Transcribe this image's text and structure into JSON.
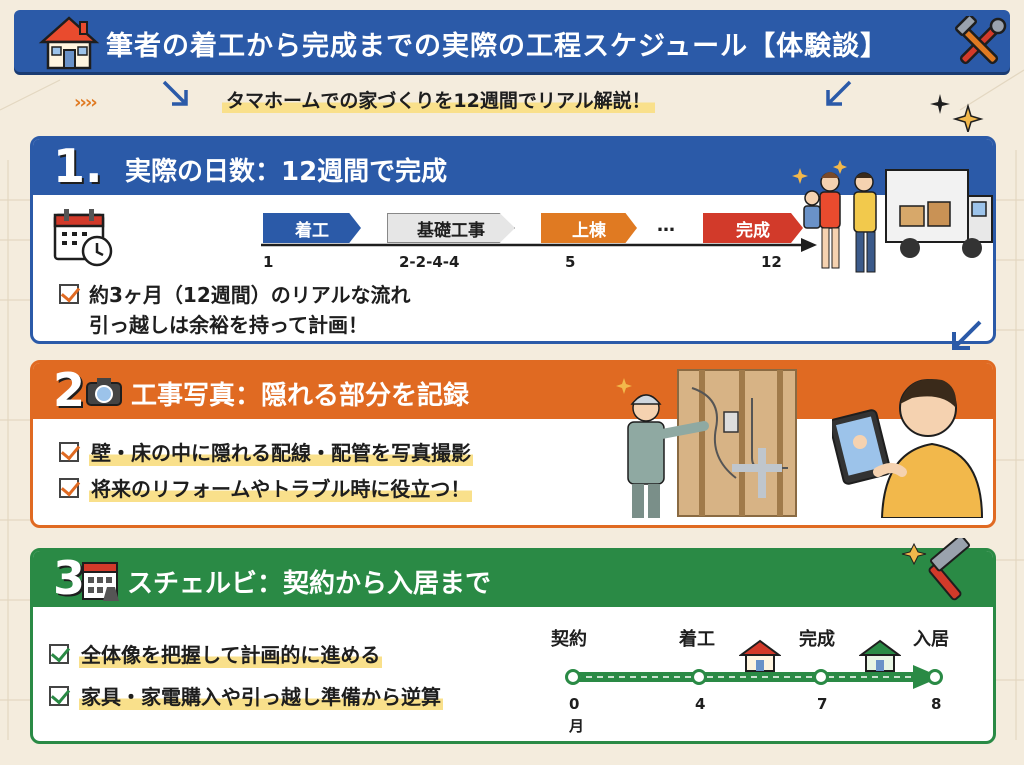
{
  "header": {
    "title": "筆者の着工から完成までの実際の工程スケジュール【体験談】",
    "subtitle": "タマホームでの家づくりを12週間でリアル解説！"
  },
  "section1": {
    "number": "1.",
    "title": "実際の日数：12週間で完成",
    "timeline": [
      {
        "label": "着工",
        "num": "1",
        "color": "#2b5aa8"
      },
      {
        "label": "基礎工事",
        "num": "2-2-4-4",
        "color": "#e6e6e6"
      },
      {
        "label": "上棟",
        "num": "5",
        "color": "#e07a22"
      },
      {
        "label": "完成",
        "num": "12",
        "color": "#d23a2a"
      }
    ],
    "ellipsis": "…",
    "checks": [
      "約3ヶ月（12週間）のリアルな流れ",
      "引っ越しは余裕を持って計画！"
    ]
  },
  "section2": {
    "number": "2",
    "title": "工事写真：隠れる部分を記録",
    "checks": [
      "壁・床の中に隠れる配線・配管を写真撮影",
      "将来のリフォームやトラブル時に役立つ！"
    ]
  },
  "section3": {
    "number": "3",
    "title": "スチェルビ：契約から入居まで",
    "checks": [
      "全体像を把握して計画的に進める",
      "家具・家電購入や引っ越し準備から逆算"
    ],
    "timeline": [
      {
        "label": "契約",
        "num": "0"
      },
      {
        "label": "着工",
        "num": "4"
      },
      {
        "label": "完成",
        "num": "7"
      },
      {
        "label": "入居",
        "num": "8"
      }
    ],
    "unit": "月"
  },
  "colors": {
    "blue": "#2b5aa8",
    "orange": "#e06a22",
    "green": "#2a8a45",
    "highlight": "#f9e08b",
    "background": "#f4ecdd"
  }
}
